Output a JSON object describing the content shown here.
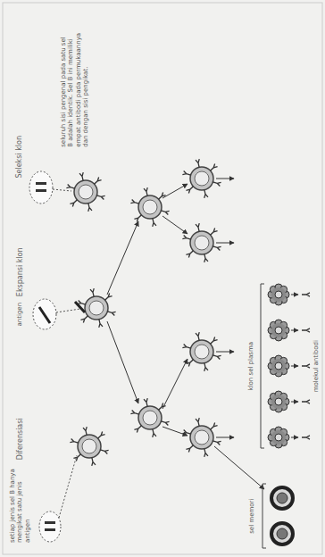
{
  "diagram": {
    "labels": [
      "Seleksi klon",
      "Ekspansi klon",
      "Diferensiasi",
      "seluruh sisi pengenal pada satu sel B adalah identik. Sel B ini memiliki empat antibodi pada permukaannya dan dengan sisi pengikat.",
      "antigen",
      "setiap jenis sel B hanya mengikat satu jenis antigen",
      "sel memori",
      "klon sel plasma",
      "molekul antibodi"
    ]
  }
}
